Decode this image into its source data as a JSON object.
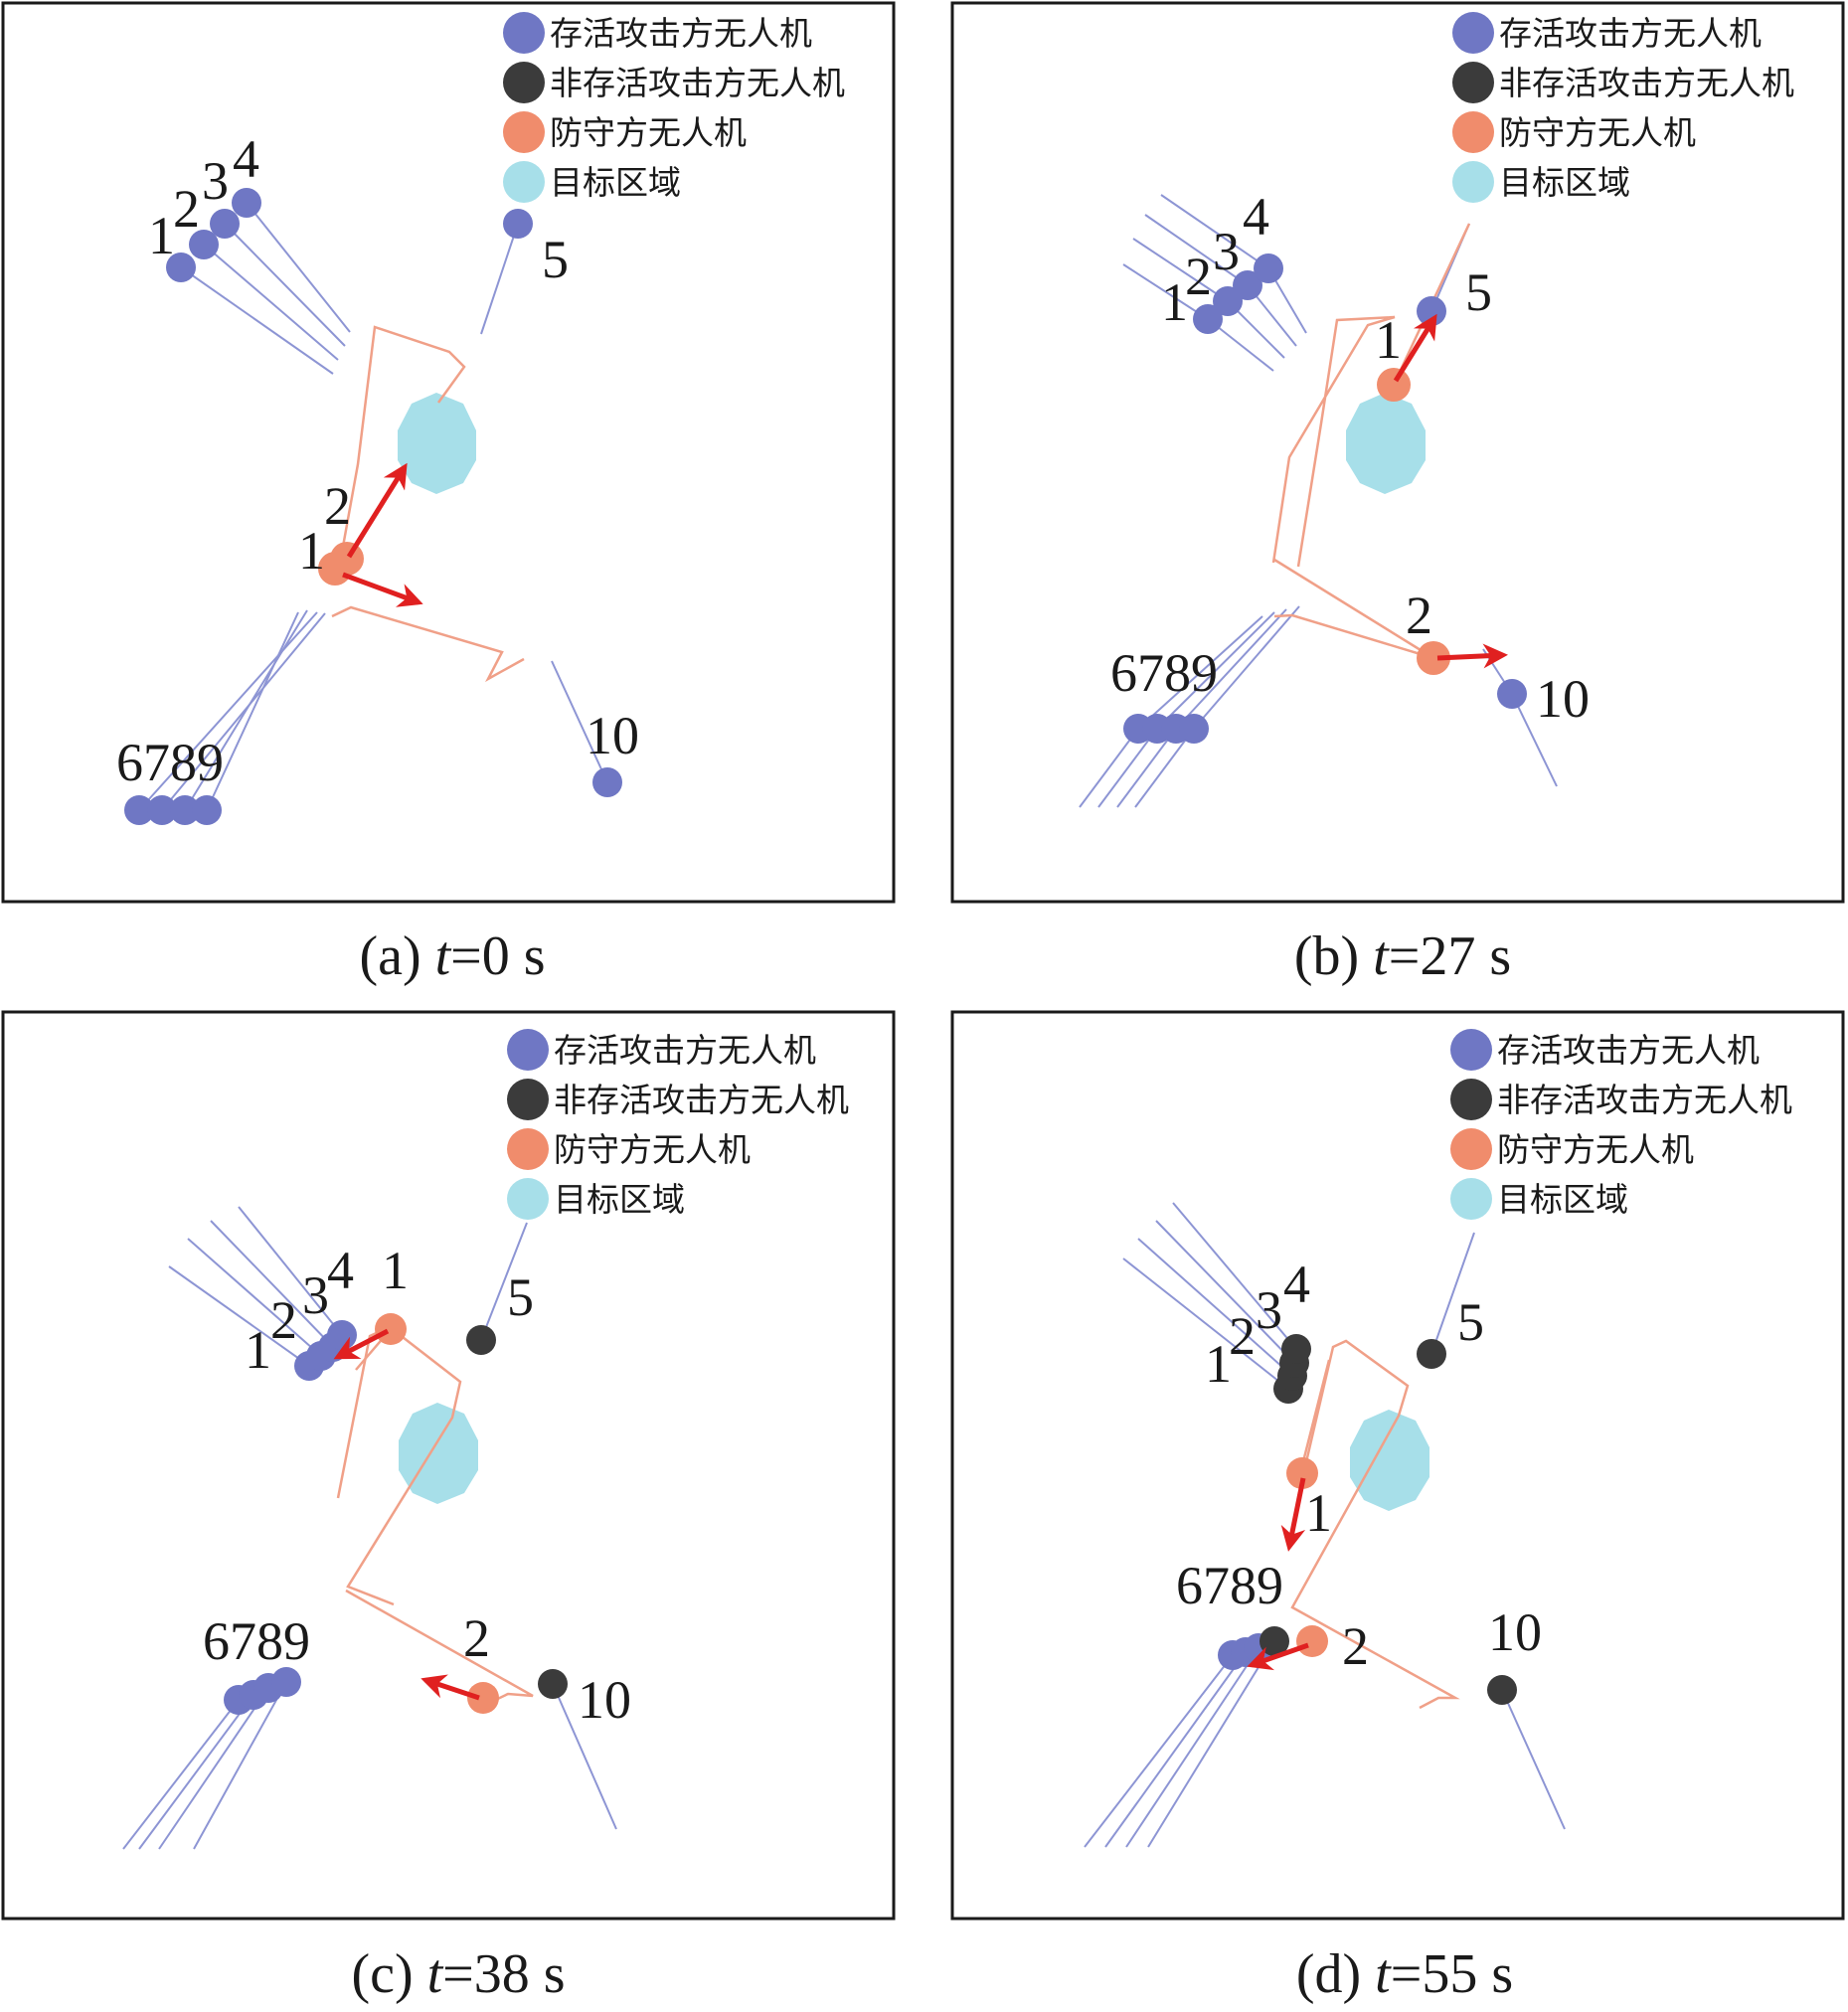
{
  "legend": {
    "alive_attacker": "存活攻击方无人机",
    "dead_attacker": "非存活攻击方无人机",
    "defender": "防守方无人机",
    "target_area": "目标区域"
  },
  "colors": {
    "alive_attacker": "#6f77c4",
    "dead_attacker": "#3b3b3b",
    "defender": "#f08c6c",
    "target_area": "#a7dfe9",
    "attacker_trail": "#8d95d4",
    "defender_trail": "#f0a088",
    "arrow": "#e02020"
  },
  "panels": [
    {
      "caption_prefix": "(a) ",
      "caption_var": "t",
      "caption_rest": "=0 s",
      "labels": [
        "1",
        "2",
        "3",
        "4",
        "5",
        "6789",
        "10",
        "1",
        "2"
      ]
    },
    {
      "caption_prefix": "(b) ",
      "caption_var": "t",
      "caption_rest": "=27 s",
      "labels": [
        "1",
        "2",
        "3",
        "4",
        "5",
        "6789",
        "10",
        "1",
        "2"
      ]
    },
    {
      "caption_prefix": "(c) ",
      "caption_var": "t",
      "caption_rest": "=38 s",
      "labels": [
        "1",
        "2",
        "3",
        "4",
        "5",
        "6789",
        "10",
        "1",
        "2"
      ]
    },
    {
      "caption_prefix": "(d) ",
      "caption_var": "t",
      "caption_rest": "=55 s",
      "labels": [
        "1",
        "2",
        "3",
        "4",
        "5",
        "6789",
        "10",
        "1",
        "2"
      ]
    }
  ]
}
